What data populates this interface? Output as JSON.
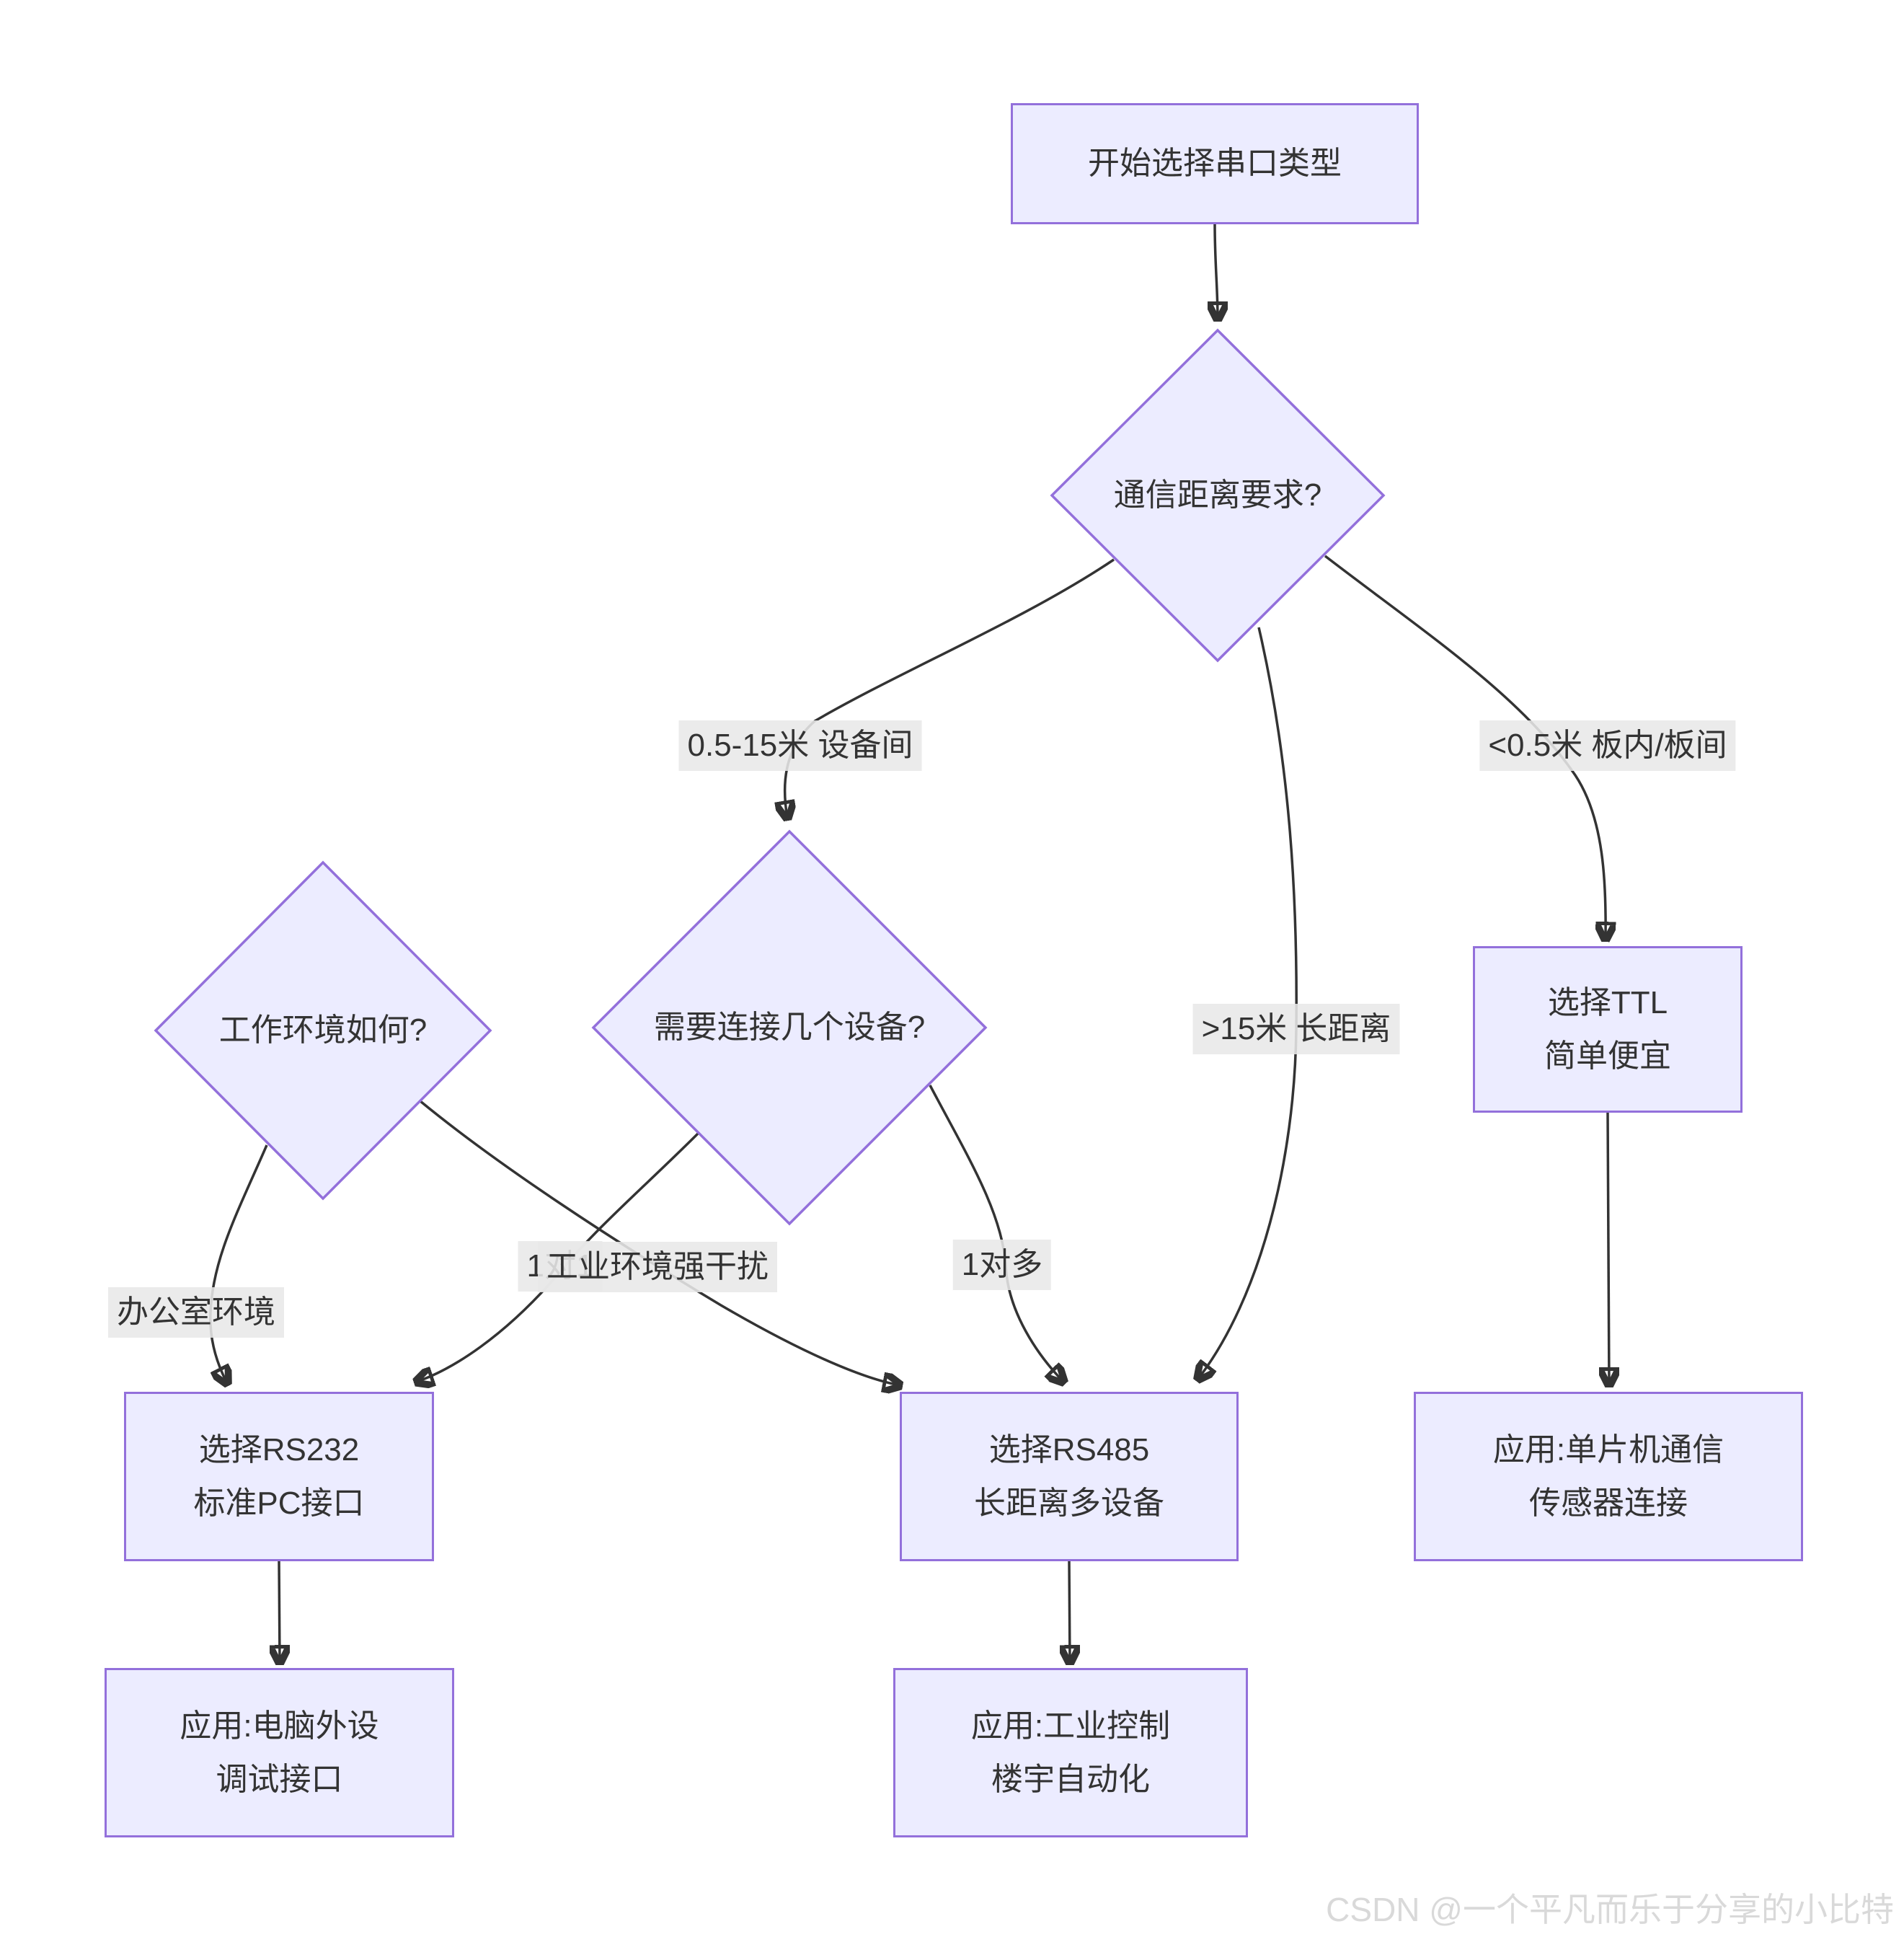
{
  "diagram_type": "flowchart",
  "topic": "串口类型选择流程图",
  "colors": {
    "node_fill": "#ECECFF",
    "node_border": "#9370DB",
    "edge_line": "#333333",
    "edge_label_bg": "#e8e8e8",
    "text": "#333333"
  },
  "nodes": {
    "start": {
      "label": "开始选择串口类型"
    },
    "distance": {
      "label": "通信距离要求?"
    },
    "environment": {
      "label": "工作环境如何?"
    },
    "device_count": {
      "label": "需要连接几个设备?"
    },
    "ttl": {
      "line1": "选择TTL",
      "line2": "简单便宜"
    },
    "rs232": {
      "line1": "选择RS232",
      "line2": "标准PC接口"
    },
    "rs485": {
      "line1": "选择RS485",
      "line2": "长距离多设备"
    },
    "ttl_app": {
      "line1": "应用:单片机通信",
      "line2": "传感器连接"
    },
    "rs232_app": {
      "line1": "应用:电脑外设",
      "line2": "调试接口"
    },
    "rs485_app": {
      "line1": "应用:工业控制",
      "line2": "楼宇自动化"
    }
  },
  "edge_labels": {
    "mid_distance": "0.5-15米 设备间",
    "short_distance": "<0.5米 板内/板间",
    "long_distance": ">15米 长距离",
    "office": "办公室环境",
    "industrial": "工业环境强干扰",
    "one_to_one": "1对1",
    "one_to_many": "1对多"
  },
  "watermark": "CSDN @一个平凡而乐于分享的小比特"
}
